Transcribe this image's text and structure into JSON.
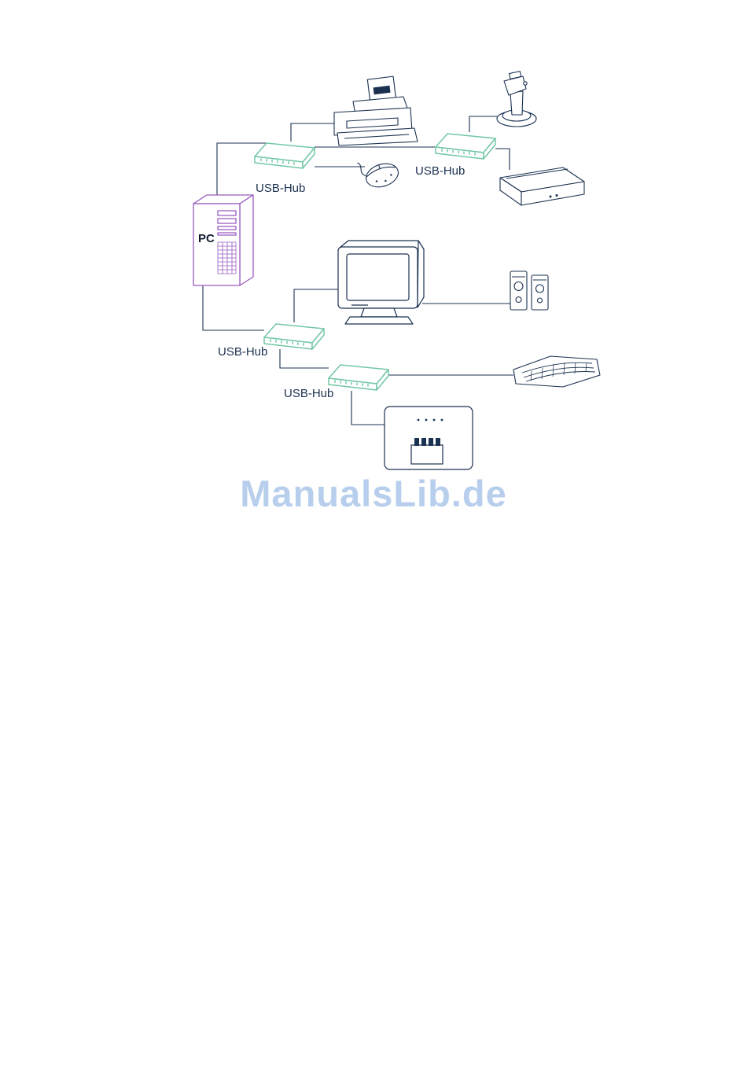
{
  "diagram": {
    "pc": {
      "label": "PC"
    },
    "hubs": [
      {
        "label": "USB-Hub"
      },
      {
        "label": "USB-Hub"
      },
      {
        "label": "USB-Hub"
      },
      {
        "label": "USB-Hub"
      }
    ],
    "devices": [
      "printer-icon",
      "joystick-icon",
      "mouse-icon",
      "scanner-icon",
      "pc-tower-icon",
      "crt-monitor-icon",
      "speakers-icon",
      "keyboard-icon",
      "usb-device-box-icon"
    ],
    "colors": {
      "line": "#1b3150",
      "hub_stroke": "#72c7a6",
      "pc_stroke": "#9a5bc0",
      "text": "#1b3150"
    }
  },
  "watermark": {
    "text": "ManualsLib.de",
    "color": "#b7cfec"
  }
}
